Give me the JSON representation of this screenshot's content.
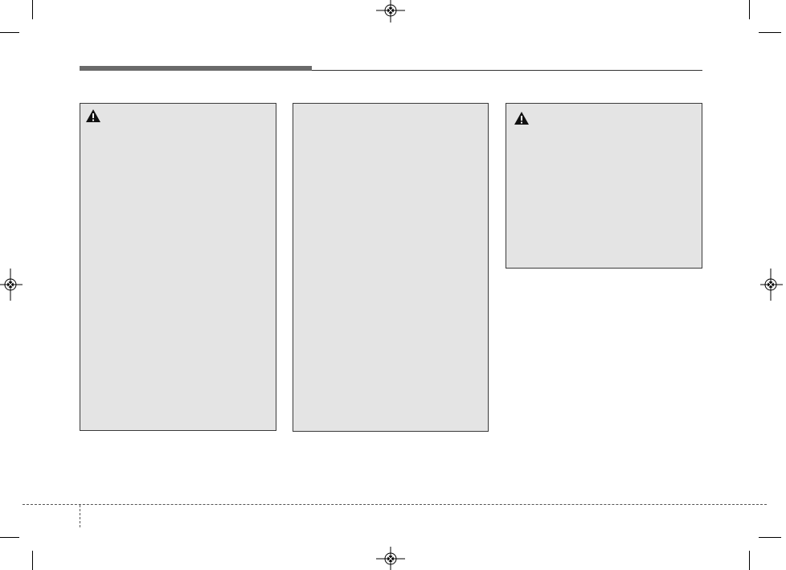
{
  "page": {
    "header_text": "",
    "page_number": ""
  },
  "panels": [
    {
      "id": "left",
      "has_warning_icon": true,
      "text": ""
    },
    {
      "id": "middle",
      "has_warning_icon": false,
      "text": ""
    },
    {
      "id": "right",
      "has_warning_icon": true,
      "text": ""
    }
  ],
  "icons": {
    "warning": "warning-triangle-icon",
    "registration": "registration-mark-icon"
  },
  "colors": {
    "panel_background": "#e4e4e4",
    "header_bar": "#6a6a6a",
    "border": "#3a3a3a"
  }
}
